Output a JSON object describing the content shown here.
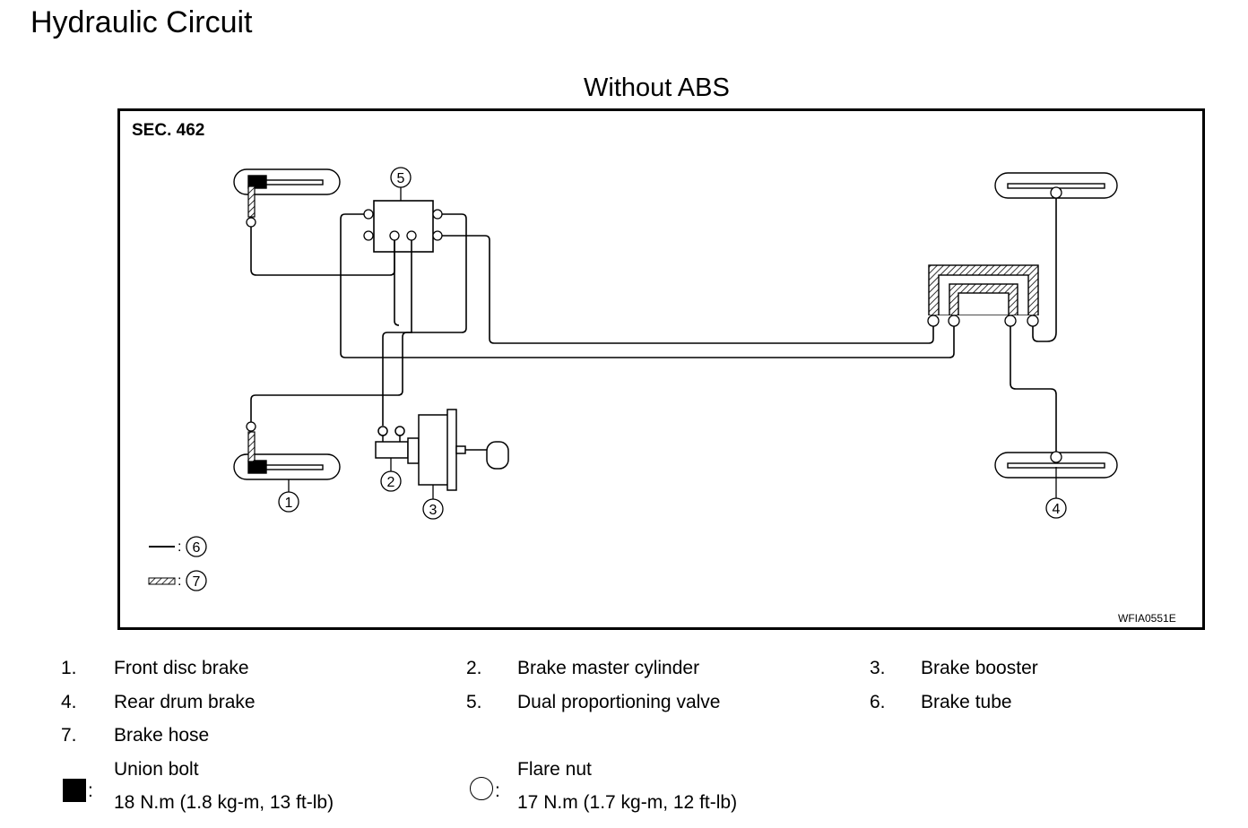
{
  "page_title": "Hydraulic Circuit",
  "diagram": {
    "title": "Without ABS",
    "section": "SEC. 462",
    "figure_code": "WFIA0551E",
    "callouts": [
      "1",
      "2",
      "3",
      "4",
      "5"
    ],
    "line_legend": {
      "tube_ref": "6",
      "hose_ref": "7"
    }
  },
  "legend": [
    {
      "num": "1.",
      "label": "Front disc brake"
    },
    {
      "num": "2.",
      "label": "Brake master cylinder"
    },
    {
      "num": "3.",
      "label": "Brake booster"
    },
    {
      "num": "4.",
      "label": "Rear drum brake"
    },
    {
      "num": "5.",
      "label": "Dual proportioning valve"
    },
    {
      "num": "6.",
      "label": "Brake tube"
    },
    {
      "num": "7.",
      "label": "Brake hose"
    }
  ],
  "torque": {
    "union_bolt": {
      "label": "Union bolt",
      "value": "18 N.m (1.8 kg-m, 13 ft-lb)",
      "colon": ":"
    },
    "flare_nut": {
      "label": "Flare nut",
      "value": "17 N.m (1.7 kg-m, 12 ft-lb)",
      "colon": ":"
    }
  }
}
